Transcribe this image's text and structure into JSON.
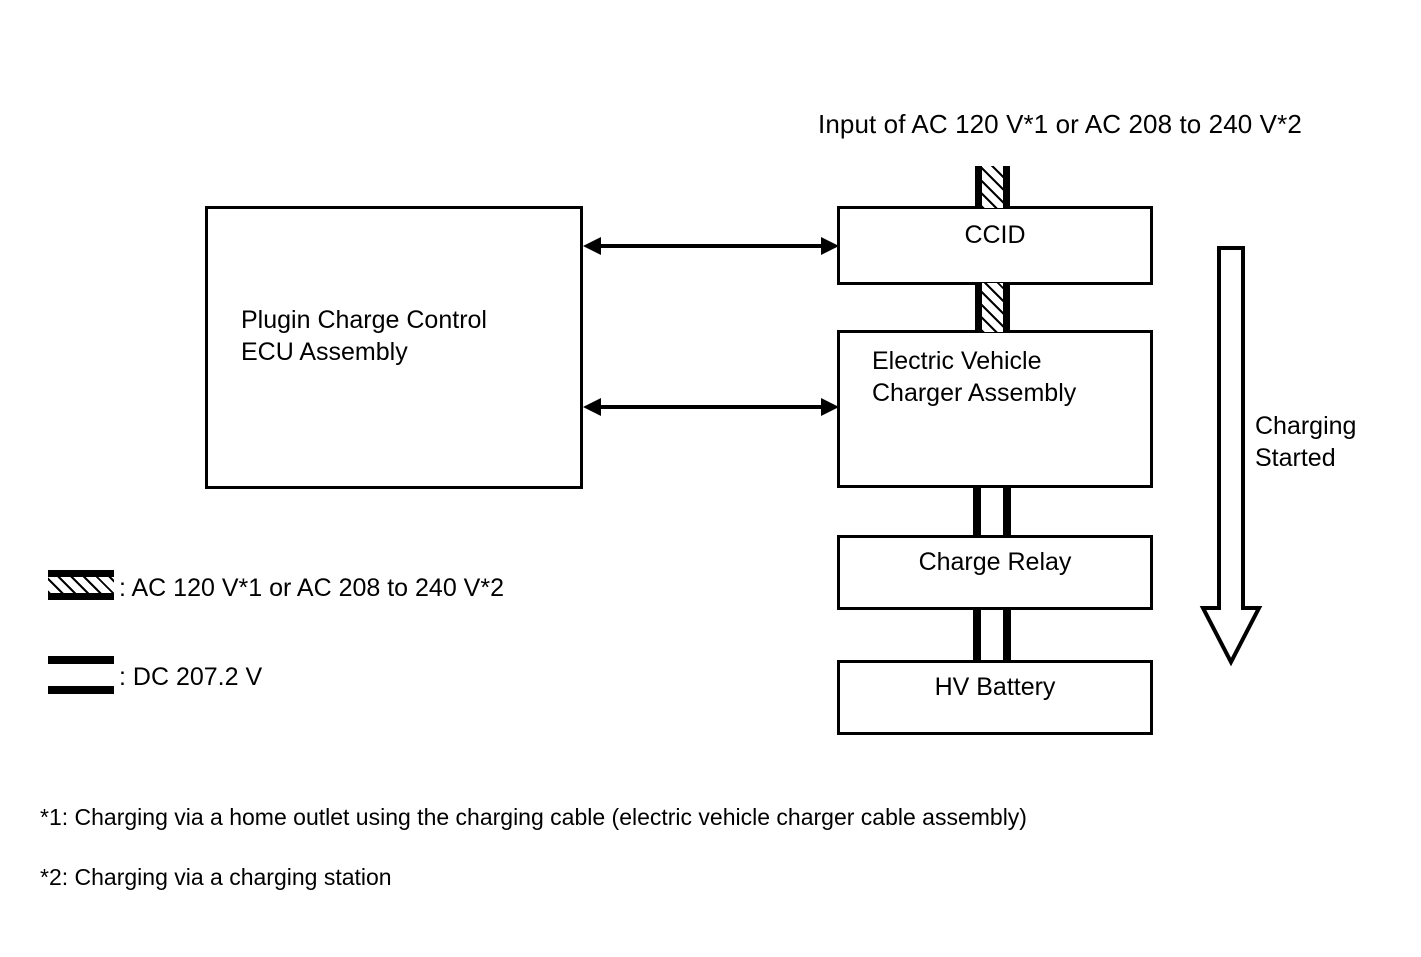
{
  "diagram": {
    "title": "Input of AC 120 V*1 or AC 208 to 240 V*2",
    "blocks": {
      "ecu": "Plugin Charge Control\nECU Assembly",
      "ccid": "CCID",
      "charger": "Electric Vehicle\nCharger Assembly",
      "relay": "Charge Relay",
      "battery": "HV Battery"
    },
    "flow": {
      "label": "Charging\nStarted"
    },
    "legend": [
      {
        "key": "ac",
        "label": ": AC 120 V*1 or AC 208 to 240 V*2"
      },
      {
        "key": "dc",
        "label": ": DC 207.2 V"
      }
    ],
    "notes": [
      "*1: Charging via a home outlet using the charging cable (electric vehicle charger cable assembly)",
      "*2: Charging via a charging station"
    ],
    "colors": {
      "line": "#000000",
      "background": "#ffffff"
    }
  }
}
